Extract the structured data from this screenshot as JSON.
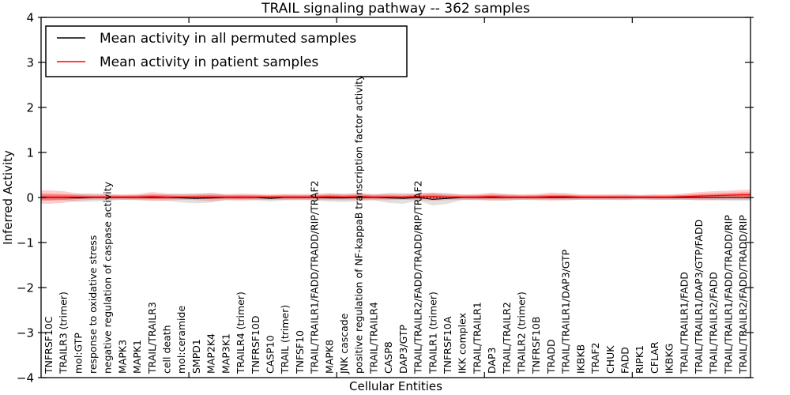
{
  "chart_data": {
    "type": "line",
    "title": "TRAIL signaling pathway -- 362 samples",
    "xlabel": "Cellular Entities",
    "ylabel": "Inferred Activity",
    "ylim": [
      -4,
      4
    ],
    "yticks": [
      -4,
      -3,
      -2,
      -1,
      0,
      1,
      2,
      3,
      4
    ],
    "grid": false,
    "zero_reference_line": {
      "y": 0,
      "style": "dotted",
      "color": "#000000"
    },
    "legend": {
      "position": "upper-left",
      "entries": [
        {
          "label": "Mean activity in all permuted samples",
          "color": "#000000"
        },
        {
          "label": "Mean activity in patient samples",
          "color": "#ff0000"
        }
      ]
    },
    "colors": {
      "permuted_line": "#000000",
      "patient_line": "#ff0000",
      "permuted_band": "#aaaaaa",
      "patient_band": "#ff0000",
      "axis": "#000000",
      "background": "#ffffff"
    },
    "categories": [
      "TNFRSF10C",
      "TRAILR3 (trimer)",
      "mol:GTP",
      "response to oxidative stress",
      "negative regulation of caspase activity",
      "MAPK3",
      "MAPK1",
      "TRAIL/TRAILR3",
      "cell death",
      "mol:ceramide",
      "SMPD1",
      "MAP2K4",
      "MAP3K1",
      "TRAILR4 (trimer)",
      "TNFRSF10D",
      "CASP10",
      "TRAIL (trimer)",
      "TNFSF10",
      "TRAIL/TRAILR1/FADD/TRADD/RIP/TRAF2",
      "MAPK8",
      "JNK cascade",
      "positive regulation of NF-kappaB transcription factor activity",
      "TRAIL/TRAILR4",
      "CASP8",
      "DAP3/GTP",
      "TRAIL/TRAILR2/FADD/TRADD/RIP/TRAF2",
      "TRAILR1 (trimer)",
      "TNFRSF10A",
      "IKK complex",
      "TRAIL/TRAILR1",
      "DAP3",
      "TRAIL/TRAILR2",
      "TRAILR2 (trimer)",
      "TNFRSF10B",
      "TRADD",
      "TRAIL/TRAILR1/DAP3/GTP",
      "IKBKB",
      "TRAF2",
      "CHUK",
      "FADD",
      "RIPK1",
      "CFLAR",
      "IKBKG",
      "TRAIL/TRAILR1/FADD",
      "TRAIL/TRAILR1/DAP3/GTP/FADD",
      "TRAIL/TRAILR2/FADD",
      "TRAIL/TRAILR1/FADD/TRADD/RIP",
      "TRAIL/TRAILR2/FADD/TRADD/RIP"
    ],
    "series": [
      {
        "name": "Mean activity in all permuted samples",
        "color": "#000000",
        "values": [
          0,
          0,
          -0.01,
          0,
          0,
          0,
          0,
          0,
          0,
          -0.01,
          -0.02,
          -0.01,
          0,
          0,
          0,
          -0.02,
          0,
          0,
          0,
          -0.01,
          -0.01,
          0,
          0,
          -0.01,
          -0.02,
          0,
          -0.04,
          -0.02,
          0,
          0,
          0,
          0,
          0,
          0,
          0,
          0,
          0,
          0,
          0,
          0,
          0,
          0,
          0,
          0,
          0,
          0,
          0,
          0
        ],
        "band_halfwidth": [
          0.06,
          0.06,
          0.09,
          0.09,
          0.08,
          0.05,
          0.05,
          0.06,
          0.07,
          0.1,
          0.11,
          0.1,
          0.06,
          0.05,
          0.06,
          0.07,
          0.06,
          0.05,
          0.06,
          0.08,
          0.09,
          0.08,
          0.06,
          0.11,
          0.12,
          0.07,
          0.14,
          0.12,
          0.06,
          0.05,
          0.06,
          0.07,
          0.05,
          0.05,
          0.05,
          0.06,
          0.05,
          0.05,
          0.05,
          0.06,
          0.05,
          0.05,
          0.05,
          0.05,
          0.06,
          0.06,
          0.07,
          0.07
        ]
      },
      {
        "name": "Mean activity in patient samples",
        "color": "#ff0000",
        "values": [
          0.01,
          0.01,
          0.01,
          0.01,
          0.01,
          0.01,
          0.01,
          0.02,
          0.01,
          0.01,
          0.01,
          0.01,
          0.01,
          0.01,
          0.01,
          0.01,
          0.01,
          0.01,
          0.01,
          0.02,
          0.01,
          0.02,
          0.01,
          0.01,
          0.01,
          0.02,
          0.02,
          0.01,
          0.01,
          0.01,
          0.02,
          0.01,
          0.01,
          0.01,
          0.02,
          0.02,
          0.01,
          0.01,
          0.01,
          0.01,
          0.01,
          0.01,
          0.01,
          0.02,
          0.03,
          0.04,
          0.05,
          0.06
        ],
        "band_halfwidth": [
          0.15,
          0.13,
          0.08,
          0.06,
          0.06,
          0.06,
          0.07,
          0.1,
          0.08,
          0.06,
          0.07,
          0.09,
          0.07,
          0.08,
          0.07,
          0.06,
          0.07,
          0.07,
          0.07,
          0.08,
          0.07,
          0.08,
          0.07,
          0.07,
          0.06,
          0.08,
          0.09,
          0.07,
          0.06,
          0.07,
          0.09,
          0.07,
          0.06,
          0.07,
          0.09,
          0.08,
          0.06,
          0.06,
          0.06,
          0.06,
          0.05,
          0.06,
          0.06,
          0.07,
          0.09,
          0.1,
          0.1,
          0.11
        ]
      }
    ],
    "x_major_tick_every": 10
  }
}
